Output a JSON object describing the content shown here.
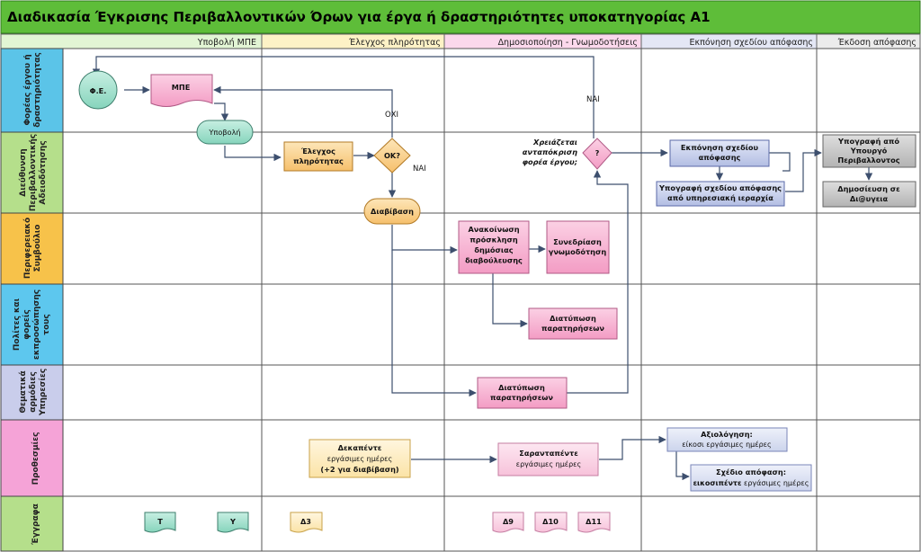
{
  "colors": {
    "title_bar": "#5fbf3a",
    "pink": "#f5a3c8",
    "yellow": "#f7c978",
    "teal": "#8fd8c2",
    "blue": "#b8c3e6",
    "gray": "#bdbdbd",
    "lane_blue": "#5bc4e8",
    "lane_green": "#b4df8a",
    "lane_orange": "#f7c34a",
    "lane_cyan": "#60c8ee",
    "lane_lilac": "#c9cdeb",
    "lane_pink": "#f5a3d7"
  },
  "title": "Διαδικασία Έγκρισης Περιβαλλοντικών Όρων για έργα ή δραστηριότητες υποκατηγορίας Α1",
  "columns": [
    "Υποβολή ΜΠΕ",
    "Έλεγχος πληρότητας",
    "Δημοσιοποίηση - Γνωμοδοτήσεις",
    "Εκπόνηση σχεδίου απόφασης",
    "Έκδοση απόφασης"
  ],
  "lanes": [
    [
      "Φορέας έργου ή",
      "δραστηριότητας"
    ],
    [
      "Διεύθυνση",
      "Περιβαλλοντικής",
      "Αδειοδότησης"
    ],
    [
      "Περιφερειακό",
      "Συμβούλιο"
    ],
    [
      "Πολίτες και",
      "φορείς",
      "εκπροσώπησης",
      "τους"
    ],
    [
      "Θεματικά",
      "αρμόδιες",
      "Υπηρεσίες"
    ],
    [
      "Προθεσμίες"
    ],
    [
      "Έγγραφα"
    ]
  ],
  "nodes": {
    "fe": "Φ.Ε.",
    "mpe": "ΜΠΕ",
    "ypovoli": "Υποβολή",
    "elegxos": [
      "Έλεγχος",
      "πληρότητας"
    ],
    "ok": "ΟΚ?",
    "diavivasi": "Διαβίβαση",
    "question": "?",
    "question_label": [
      "Χρειάζεται",
      "ανταπόκριση",
      "φορέα έργου;"
    ],
    "ekponisi": [
      "Εκπόνηση σχεδίου",
      "απόφασης"
    ],
    "ypografi_sxediou": [
      "Υπογραφή σχεδίου απόφασης",
      "από υπηρεσιακή ιεραρχία"
    ],
    "ypografi_ypourgou": [
      "Υπογραφή από",
      "Υπουργό",
      "Περιβαλλοντος"
    ],
    "dimosieusi": [
      "Δημοσίευση σε",
      "Δι@υγεια"
    ],
    "anakoinosi": [
      "Ανακοίνωση",
      "πρόσκληση",
      "δημόσιας",
      "διαβούλευσης"
    ],
    "synedriasi": [
      "Συνεδρίαση",
      "γνωμοδότηση"
    ],
    "diatyposi_politon": [
      "Διατύπωση",
      "παρατηρήσεων"
    ],
    "diatyposi_ypiresion": [
      "Διατύπωση",
      "παρατηρήσεων"
    ]
  },
  "labels": {
    "oxi": "ΟΧΙ",
    "nai1": "ΝΑΙ",
    "nai2": "ΝΑΙ"
  },
  "deadlines": {
    "d1": {
      "bold": "Δεκαπέντε",
      "normal": "εργάσιμες ημέρες",
      "extra": "(+2 για διαβίβαση)"
    },
    "d2": {
      "bold": "Σαρανταπέντε",
      "normal": "εργάσιμες ημέρες"
    },
    "d3": {
      "bold": "Αξιολόγηση:",
      "normal": "είκοσι εργάσιμες ημέρες"
    },
    "d4": {
      "bold": "Σχέδιο απόφαση:",
      "bold2": "εικοσιπέντε",
      "normal": "εργάσιμες ημέρες"
    }
  },
  "documents": [
    "Τ",
    "Υ",
    "Δ3",
    "Δ9",
    "Δ10",
    "Δ11"
  ]
}
